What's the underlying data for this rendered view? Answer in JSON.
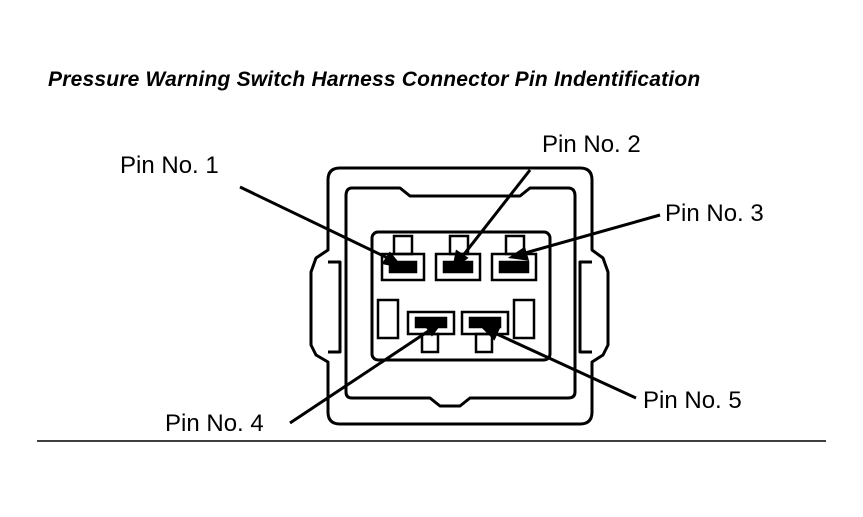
{
  "diagram": {
    "title": "Pressure Warning Switch Harness Connector Pin Indentification",
    "pins": [
      {
        "label": "Pin No. 1"
      },
      {
        "label": "Pin No. 2"
      },
      {
        "label": "Pin No. 3"
      },
      {
        "label": "Pin No. 4"
      },
      {
        "label": "Pin No. 5"
      }
    ]
  },
  "colors": {
    "ink": "#000000",
    "background": "#ffffff"
  }
}
